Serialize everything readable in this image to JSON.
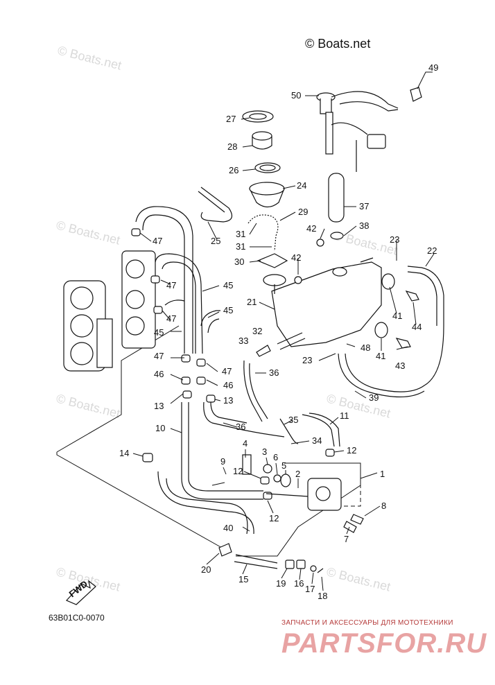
{
  "copyright": "© Boats.net",
  "watermark": "© Boats.net",
  "catalog_code": "63B01C0-0070",
  "fwd_label": "FWD",
  "dealer": {
    "tagline": "ЗАПЧАСТИ И АКСЕССУАРЫ ДЛЯ МОТОТЕХНИКИ",
    "logo": "PARTSFOR.RU"
  },
  "callouts": {
    "c1": "1",
    "c2": "2",
    "c3": "3",
    "c4": "4",
    "c5": "5",
    "c6": "6",
    "c7": "7",
    "c8": "8",
    "c9": "9",
    "c10": "10",
    "c11": "11",
    "c12a": "12",
    "c12b": "12",
    "c12c": "12",
    "c13a": "13",
    "c13b": "13",
    "c14": "14",
    "c15": "15",
    "c16": "16",
    "c17": "17",
    "c18": "18",
    "c19": "19",
    "c20": "20",
    "c21": "21",
    "c22": "22",
    "c23a": "23",
    "c23b": "23",
    "c24": "24",
    "c25": "25",
    "c26": "26",
    "c27": "27",
    "c28": "28",
    "c29": "29",
    "c30": "30",
    "c31a": "31",
    "c31b": "31",
    "c32": "32",
    "c33": "33",
    "c34": "34",
    "c35": "35",
    "c36a": "36",
    "c36b": "36",
    "c37": "37",
    "c38": "38",
    "c39": "39",
    "c40": "40",
    "c41a": "41",
    "c41b": "41",
    "c42a": "42",
    "c42b": "42",
    "c43": "43",
    "c44": "44",
    "c45a": "45",
    "c45b": "45",
    "c45c": "45",
    "c46a": "46",
    "c46b": "46",
    "c47a": "47",
    "c47b": "47",
    "c47c": "47",
    "c47d": "47",
    "c47e": "47",
    "c48": "48",
    "c49": "49",
    "c50": "50"
  }
}
